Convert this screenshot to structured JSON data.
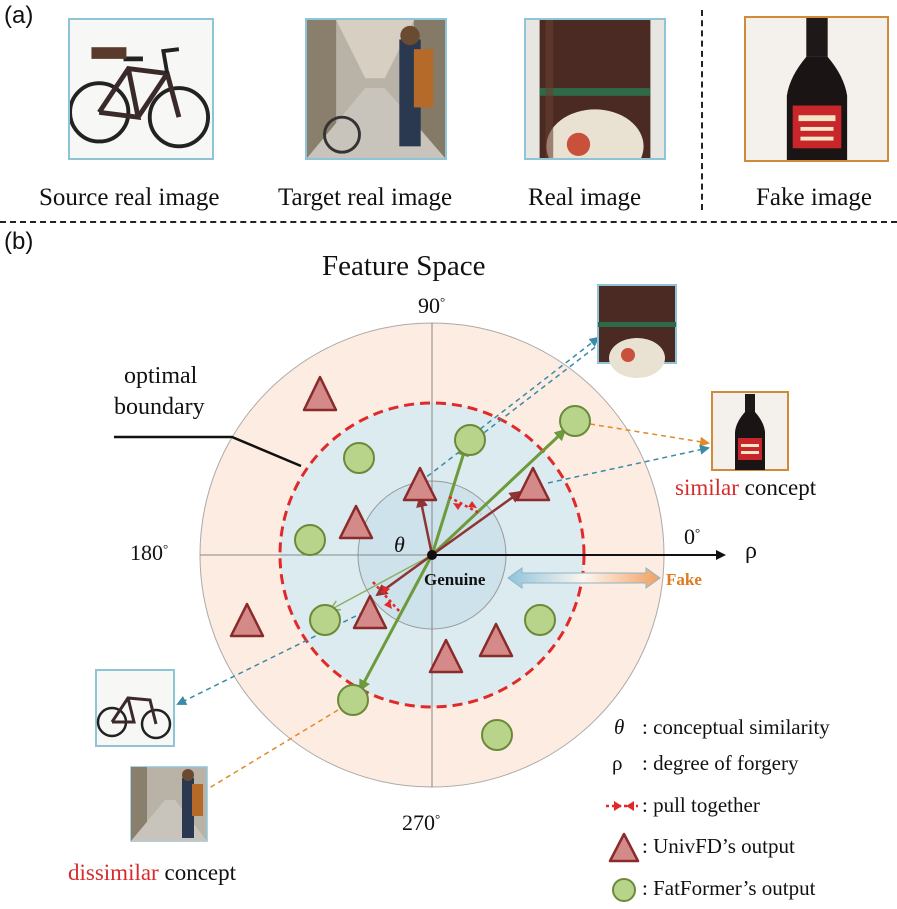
{
  "panel_a": {
    "label": "(a)",
    "captions": {
      "source": "Source real image",
      "target": "Target real image",
      "real": "Real image",
      "fake": "Fake image"
    }
  },
  "panel_b": {
    "label": "(b)",
    "title": "Feature Space",
    "angles": {
      "a90": "90",
      "a180": "180",
      "a0": "0",
      "a270": "270",
      "degree_mark": "°"
    },
    "rho": "ρ",
    "theta": "θ",
    "boundary_label_1": "optimal",
    "boundary_label_2": "boundary",
    "genuine": "Genuine",
    "fake": "Fake",
    "similar_word": "similar",
    "similar_rest": " concept",
    "dissimilar_word": "dissimilar",
    "dissimilar_rest": " concept"
  },
  "legend": {
    "theta_sym": "θ",
    "theta_text": ": conceptual similarity",
    "rho_sym": "ρ",
    "rho_text": ": degree of forgery",
    "pull_text": ": pull together",
    "univfd_text": ": UnivFD’s output",
    "fatformer_text": ": FatFormer’s output"
  },
  "colors": {
    "outer_circle": "#fdece1",
    "inner_region": "#dcebf0",
    "core_circle": "#cde2ea",
    "boundary": "#e02a2a",
    "triangle_fill": "#d48a89",
    "triangle_stroke": "#8a2a2a",
    "circle_fill": "#b8d48a",
    "circle_stroke": "#6a8a3a",
    "green_arrow": "#6d9a3a",
    "brown_arrow": "#8e3434",
    "teal_dash": "#3a8aa8",
    "orange_dash": "#e08a2a",
    "fake_text": "#e07a20",
    "thumb_blue": "#8fc4d6",
    "thumb_orange": "#d08a3a"
  }
}
